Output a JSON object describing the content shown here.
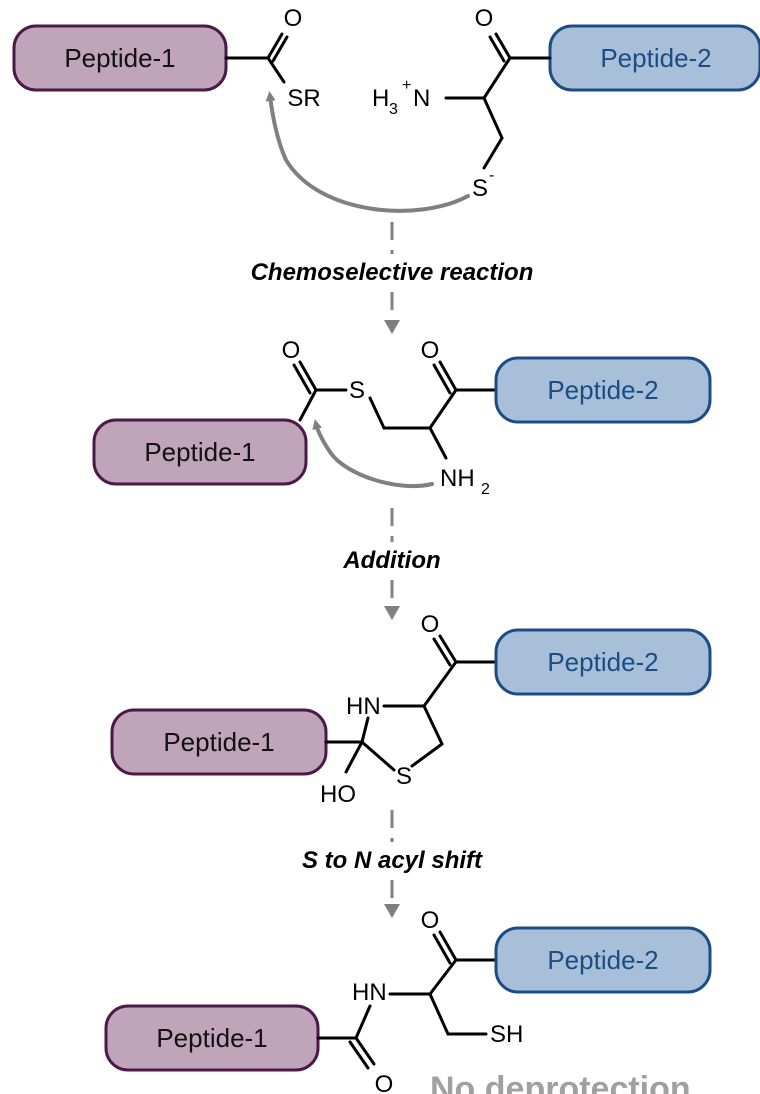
{
  "peptide1": "Peptide-1",
  "peptide2": "Peptide-2",
  "colors": {
    "peptide1_fill": "#c0a4b9",
    "peptide1_border": "#4b1848",
    "peptide2_fill": "#a7bfd9",
    "peptide2_border": "#1d4c85",
    "arrow": "#808080"
  },
  "atoms": {
    "O": "O",
    "S": "S",
    "SR": "SR",
    "H3": "H",
    "three": "3",
    "plus": "+",
    "N": "N",
    "minus": "-",
    "NH": "NH",
    "two": "2",
    "HN": "HN",
    "HO": "HO",
    "SH": "SH"
  },
  "steps": {
    "step1": "Chemoselective reaction",
    "step2": "Addition",
    "step3": "S to N acyl shift"
  },
  "footer_text": "No deprotection"
}
